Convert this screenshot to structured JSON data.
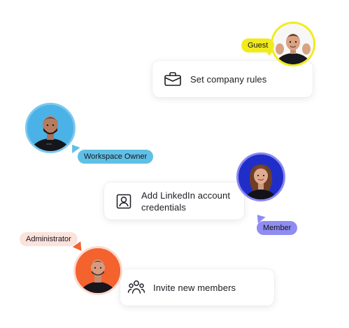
{
  "cards": {
    "company_rules": {
      "label": "Set company rules",
      "icon": "briefcase-icon"
    },
    "linkedin": {
      "label_line1": "Add LinkedIn account",
      "label_line2": "credentials",
      "icon": "user-card-icon"
    },
    "invite": {
      "label": "Invite new members",
      "icon": "users-group-icon"
    }
  },
  "roles": {
    "guest": {
      "label": "Guest",
      "color": "#f2eb1c"
    },
    "workspace_owner": {
      "label": "Workspace Owner",
      "color": "#5fc0e6"
    },
    "member": {
      "label": "Member",
      "color": "#8f8cf2"
    },
    "administrator": {
      "label": "Administrator",
      "color": "#fbe3dc"
    }
  },
  "avatars": {
    "guest": {
      "ring": "#f2eb1c",
      "bg": "#ffffff"
    },
    "workspace_owner": {
      "ring": "#7cc8ee",
      "bg": "#4bb2e8"
    },
    "member": {
      "ring": "#8a86f2",
      "bg": "#1f2ec9"
    },
    "administrator": {
      "ring": "#fbd9cf",
      "bg": "#f4622e"
    }
  }
}
